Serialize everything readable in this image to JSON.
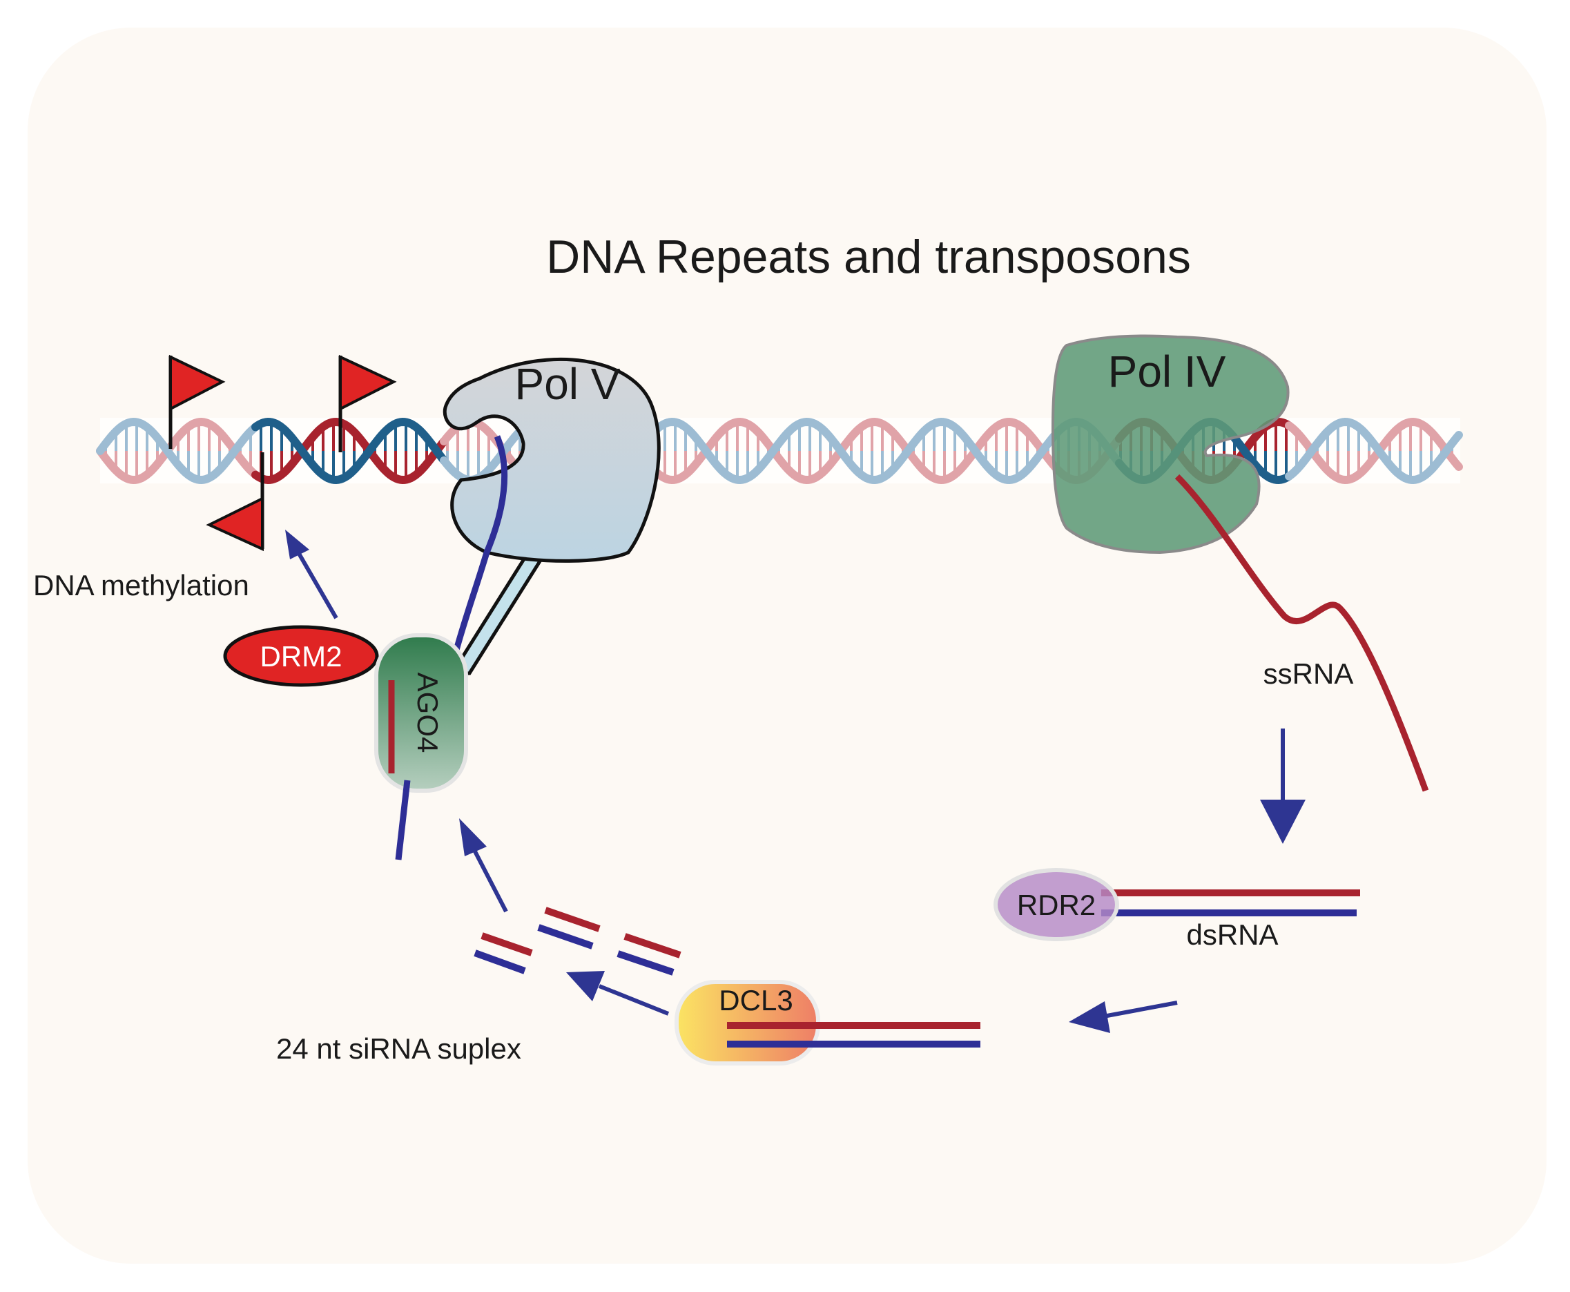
{
  "title": "DNA Repeats and transposons",
  "labels": {
    "pol_v": "Pol V",
    "pol_iv": "Pol IV",
    "ago4": "AGO4",
    "drm2": "DRM2",
    "rdr2": "RDR2",
    "dcl3": "DCL3",
    "dna_methylation": "DNA methylation",
    "ssrna": "ssRNA",
    "dsrna": "dsRNA",
    "sirna_duplex": "24 nt siRNA suplex"
  },
  "colors": {
    "background": "#fdf9f4",
    "strand_red": "#a8232e",
    "strand_blue": "#1f5f8a",
    "strand_red_faded": "#e0a3a8",
    "strand_blue_faded": "#9dbcd3",
    "rna_red": "#a8232e",
    "rna_blue": "#2e2e96",
    "arrow": "#2e3592",
    "pol_v_fill": "#c9d2d8",
    "pol_iv_fill": "#5f9a78",
    "flag": "#e02424",
    "drm2_fill": "#e02424",
    "drm2_text": "#ffffff",
    "rdr2_fill": "#b58ac7",
    "ago4_fill": "#3f8a5c"
  }
}
